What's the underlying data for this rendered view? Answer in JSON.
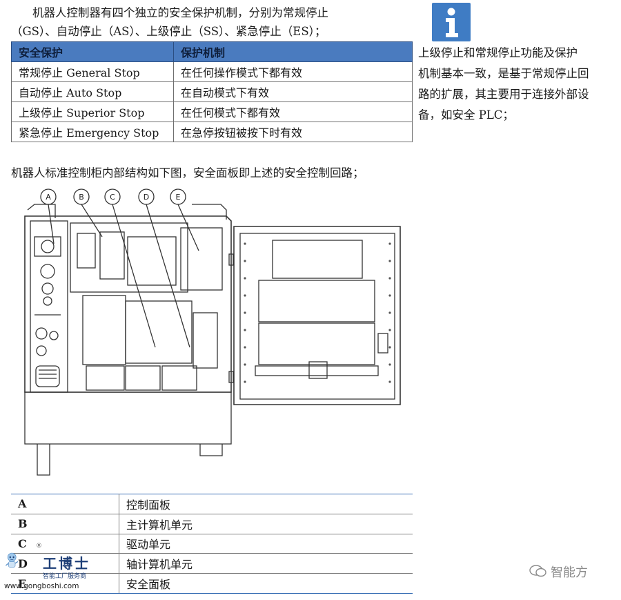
{
  "intro": {
    "line1": "机器人控制器有四个独立的安全保护机制，分别为常规停止",
    "line2": "（GS）、自动停止（AS）、上级停止（SS）、紧急停止（ES）；"
  },
  "safety_table": {
    "headers": [
      "安全保护",
      "保护机制"
    ],
    "rows": [
      [
        "常规停止 General Stop",
        "在任何操作模式下都有效"
      ],
      [
        "自动停止 Auto Stop",
        "在自动模式下有效"
      ],
      [
        "上级停止 Superior Stop",
        "在任何模式下都有效"
      ],
      [
        "紧急停止 Emergency Stop",
        "在急停按钮被按下时有效"
      ]
    ]
  },
  "note": {
    "icon": "info-icon",
    "line1": "上级停止和常规停止功能及保护",
    "line2": "机制基本一致，是基于常规停止回",
    "line3": "路的扩展，其主要用于连接外部设",
    "line4": "备，如安全 PLC；"
  },
  "cabinet_text": "机器人标准控制柜内部结构如下图，安全面板即上述的安全控制回路；",
  "figure": {
    "callouts": [
      "A",
      "B",
      "C",
      "D",
      "E"
    ]
  },
  "parts_table": {
    "rows": [
      [
        "A",
        "控制面板"
      ],
      [
        "B",
        "主计算机单元"
      ],
      [
        "C",
        "驱动单元"
      ],
      [
        "D",
        "轴计算机单元"
      ],
      [
        "E",
        "安全面板"
      ]
    ]
  },
  "logo": {
    "name": "工博士",
    "reg": "®",
    "tagline": "智能工厂服务商",
    "url": "www.gongboshi.com"
  },
  "watermark": "智能方",
  "colors": {
    "header_blue": "#4a7bbf",
    "icon_blue": "#3f7cc4",
    "logo_blue": "#1e3f77"
  }
}
